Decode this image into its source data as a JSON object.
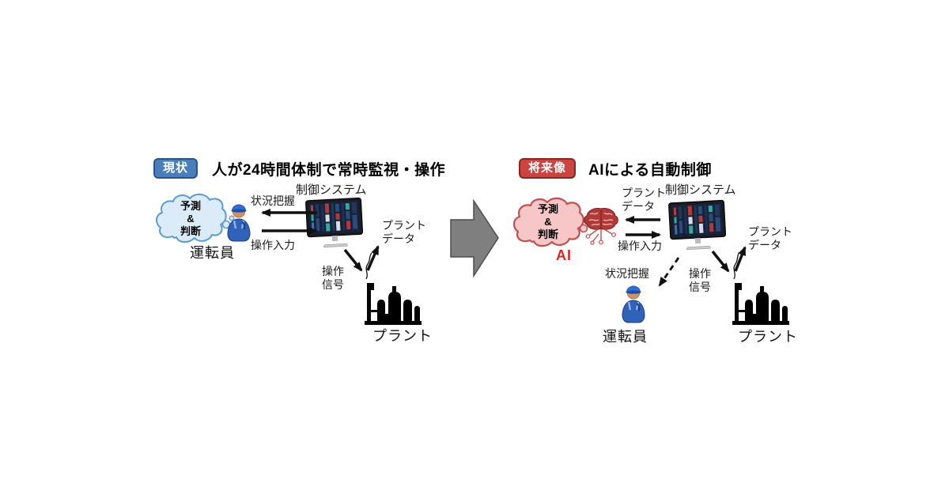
{
  "colors": {
    "background": "#ffffff",
    "text": "#1a1a1a",
    "badge_text": "#ffffff",
    "badge_current_fill": "#4a7ebb",
    "badge_current_border": "#2c5587",
    "badge_future_fill": "#cc4440",
    "badge_future_border": "#8a2622",
    "cloud_current_fill": "#dcebf8",
    "cloud_current_border": "#5b9bd5",
    "cloud_future_fill": "#f7c6c6",
    "cloud_future_border": "#c0504d",
    "ai_text": "#e02424",
    "arrow": "#111111",
    "transition_arrow_fill": "#7f7f7f",
    "transition_arrow_border": "#4d4d4d",
    "plant_silhouette": "#000000"
  },
  "icons": {
    "thought_cloud": "scalloped-cloud-bubble",
    "operator": "person-with-blue-cap",
    "ai_brain": "red-brain-with-circuit-lines",
    "control_monitor": "desktop-monitor-dark-control-screen",
    "plant": "factory-silhouette",
    "transition": "gray-block-arrow-right"
  },
  "current": {
    "badge": "現状",
    "title": "人が24時間体制で常時監視・操作",
    "control_system": "制御システム",
    "cloud": {
      "line1": "予測",
      "line2": "&",
      "line3": "判断"
    },
    "operator": "運転員",
    "status_label": "状況把握",
    "input_label": "操作入力",
    "plant_data": {
      "line1": "プラント",
      "line2": "データ"
    },
    "signal": {
      "line1": "操作",
      "line2": "信号"
    },
    "plant": "プラント"
  },
  "future": {
    "badge": "将来像",
    "title": "AIによる自動制御",
    "control_system": "制御システム",
    "cloud": {
      "line1": "予測",
      "line2": "&",
      "line3": "判断"
    },
    "ai": "AI",
    "plant_data_to_ai": {
      "line1": "プラント",
      "line2": "データ"
    },
    "input_label": "操作入力",
    "status_label": "状況把握",
    "operator": "運転員",
    "plant_data": {
      "line1": "プラント",
      "line2": "データ"
    },
    "signal": {
      "line1": "操作",
      "line2": "信号"
    },
    "plant": "プラント"
  }
}
